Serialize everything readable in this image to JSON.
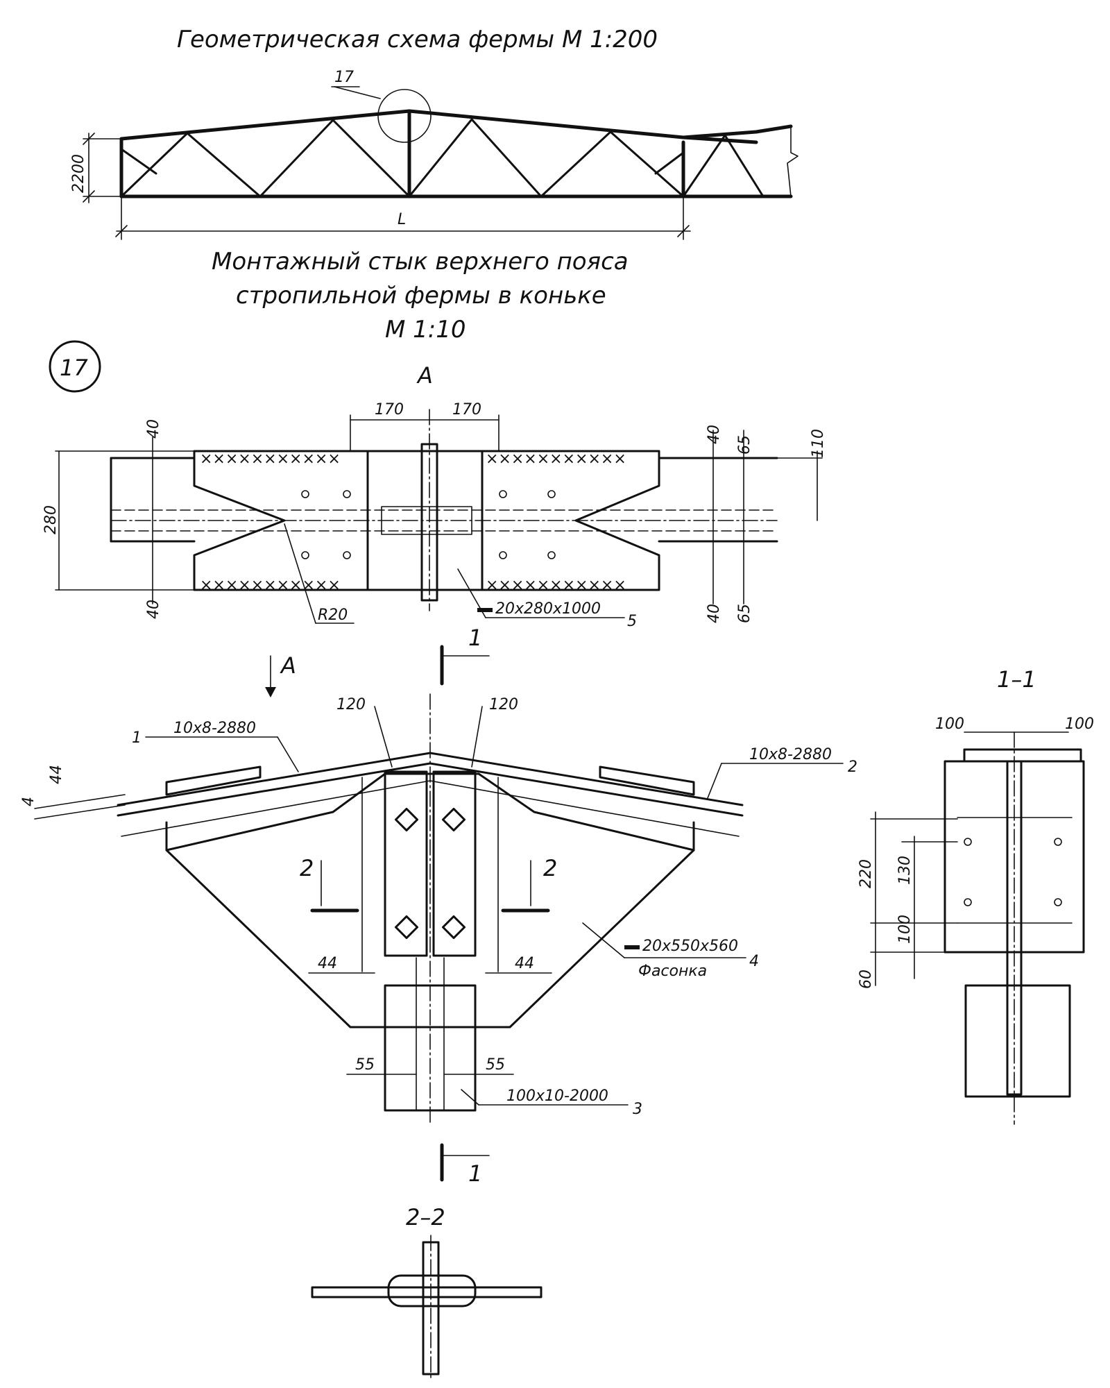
{
  "titles": {
    "geometry": "Геометрическая схема фермы М 1:200",
    "joint_line1": "Монтажный стык верхнего пояса",
    "joint_line2": "стропильной фермы в коньке",
    "joint_scale": "М 1:10"
  },
  "node_callout": "17",
  "node_circle": "17",
  "truss": {
    "height_dim": "2200",
    "span_dim": "L"
  },
  "plan_view": {
    "view_label": "A",
    "dim_left": "170",
    "dim_right": "170",
    "dim_height": "280",
    "dim_top_left": "40",
    "dim_bottom_left": "40",
    "dim_top_right_1": "40",
    "dim_top_right_2": "65",
    "dim_top_right_3": "110",
    "dim_bottom_right_1": "40",
    "dim_bottom_right_2": "65",
    "radius": "R20",
    "plate_spec": "20x280x1000",
    "plate_pos": "5"
  },
  "elevation": {
    "view_arrow": "A",
    "section_1_label": "1",
    "dim_120_left": "120",
    "dim_120_right": "120",
    "pos1_num": "1",
    "pos1_spec": "10x8-2880",
    "pos2_spec": "10x8-2880",
    "pos2_num": "2",
    "dim_44_top": "44",
    "dim_4": "4",
    "section_2_label": "2",
    "gusset_spec": "20x550x560",
    "gusset_name": "Фасонка",
    "gusset_pos": "4",
    "dim_44_left": "44",
    "dim_44_right": "44",
    "dim_55_left": "55",
    "dim_55_right": "55",
    "pos3_spec": "100x10-2000",
    "pos3_num": "3"
  },
  "section_1_1": {
    "title": "1–1",
    "dim_100_left": "100",
    "dim_100_right": "100",
    "dim_220": "220",
    "dim_130": "130",
    "dim_100": "100",
    "dim_60": "60"
  },
  "section_2_2": {
    "title": "2–2"
  }
}
